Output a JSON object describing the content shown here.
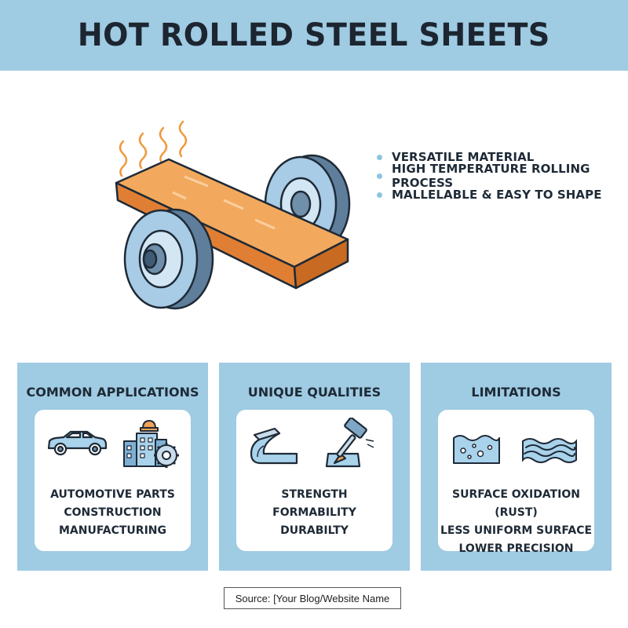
{
  "title": "HOT ROLLED STEEL SHEETS",
  "features": [
    "VERSATILE MATERIAL",
    "HIGH TEMPERATURE ROLLING PROCESS",
    "MALLELABLE & EASY TO SHAPE"
  ],
  "panels": [
    {
      "title": "COMMON APPLICATIONS",
      "icons": [
        "car-icon",
        "factory-gear-icon"
      ],
      "items": [
        "AUTOMOTIVE PARTS",
        "CONSTRUCTION",
        "MANUFACTURING"
      ]
    },
    {
      "title": "UNIQUE QUALITIES",
      "icons": [
        "bent-sheet-icon",
        "hammer-icon"
      ],
      "items": [
        "STRENGTH",
        "FORMABILITY",
        "DURABILTY"
      ]
    },
    {
      "title": "LIMITATIONS",
      "icons": [
        "rust-surface-icon",
        "wavy-surface-icon"
      ],
      "items": [
        "SURFACE OXIDATION (RUST)",
        "LESS UNIFORM SURFACE",
        "LOWER PRECISION"
      ]
    }
  ],
  "source": "Source: [Your Blog/Website Name",
  "colors": {
    "header": "#9fcbe3",
    "panel": "#9fcbe3",
    "steel": "#f0a256",
    "roller": "#6b8aa8",
    "heat": "#ef9a3d",
    "icon_fill": "#a9d2eb",
    "text": "#1e2a36"
  }
}
